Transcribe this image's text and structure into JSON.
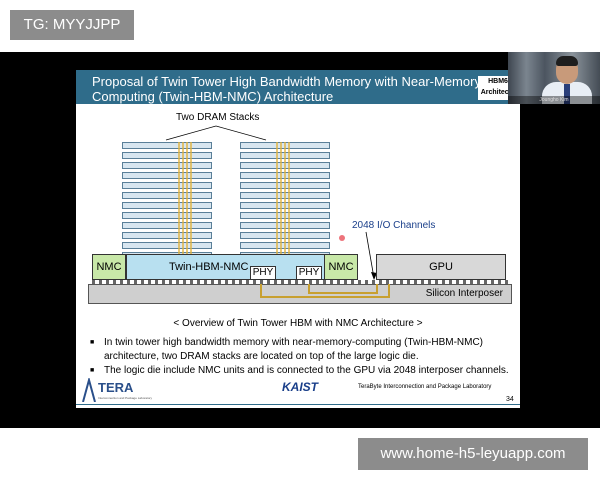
{
  "overlay_tag": "TG: MYYJJPP",
  "overlay_url": "www.home-h5-leyuapp.com",
  "slide": {
    "title": "Proposal of Twin Tower High Bandwidth Memory with Near-Memory Computing (Twin-HBM-NMC) Architecture",
    "hbm_box": "HBM6 Architectu",
    "stacks_label": "Two DRAM Stacks",
    "io_label": "2048 I/O Channels",
    "nmc_left": "NMC",
    "center_logic": "Twin-HBM-NMC",
    "phy_left": "PHY",
    "phy_right": "PHY",
    "nmc_right": "NMC",
    "gpu": "GPU",
    "interposer": "Silicon Interposer",
    "caption": "< Overview of Twin Tower HBM with NMC Architecture >",
    "bullets": [
      "In twin tower high bandwidth memory with near-memory-computing (Twin-HBM-NMC) architecture, two DRAM stacks are located on top of the large logic die.",
      "The logic die include NMC units and is connected to the GPU via 2048 interposer channels."
    ],
    "footer_logo_left": "TERA",
    "footer_logo_left_sub": "Interconnection and Package Laboratory",
    "footer_kaist": "KAIST",
    "footer_lab": "TeraByte Interconnection and Package Laboratory",
    "page_number": "34"
  },
  "webcam": {
    "label": "Joungho Kim"
  }
}
